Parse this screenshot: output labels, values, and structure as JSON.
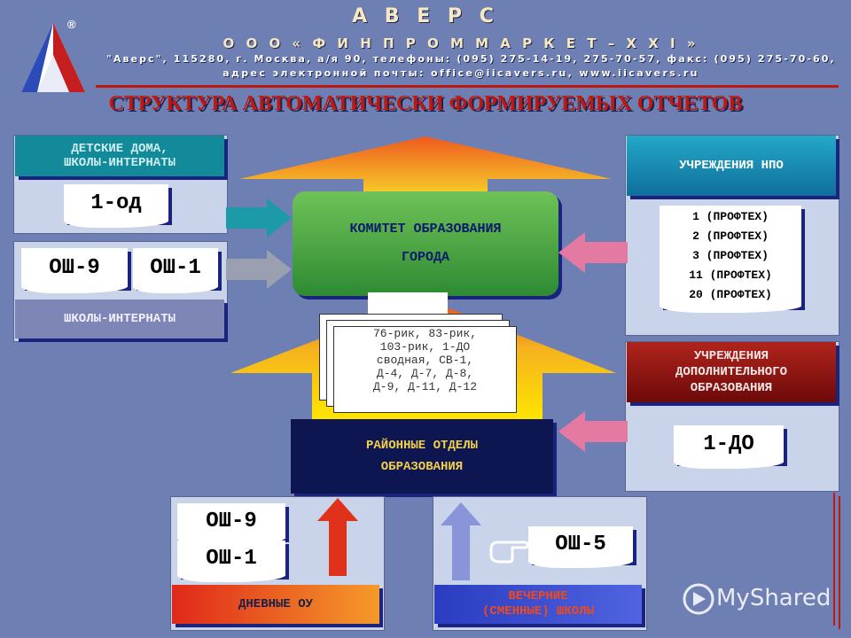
{
  "header": {
    "brand": "А В Е Р С",
    "company": "О О О « Ф И Н П Р О М М А Р К Е Т – X X I »",
    "address": "\"Аверс\", 115280, г. Москва, а/я 90, телефоны: (095) 275-14-19, 275-70-57, факс: (095) 275-70-60,",
    "email": "адрес электронной почты: office@iicavers.ru, www.iicavers.ru",
    "registered": "®"
  },
  "title": "СТРУКТУРА АВТОМАТИЧЕСКИ ФОРМИРУЕМЫХ ОТЧЕТОВ",
  "nodes": {
    "orphanages": "ДЕТСКИЕ ДОМА,\nШКОЛЫ-ИНТЕРНАТЫ",
    "orphanages_form": "1-од",
    "boarding_form_a": "ОШ-9",
    "boarding_form_b": "ОШ-1",
    "boarding_schools": "ШКОЛЫ-ИНТЕРНАТЫ",
    "committee": "КОМИТЕТ ОБРАЗОВАНИЯ\nГОРОДА",
    "npo": "УЧРЕЖДЕНИЯ НПО",
    "npo_forms": [
      "1 (ПРОФТЕХ)",
      "2 (ПРОФТЕХ)",
      "3 (ПРОФТЕХ)",
      "11 (ПРОФТЕХ)",
      "20 (ПРОФТЕХ)"
    ],
    "reports_stack": "76-рик, 83-рик,\n103-рик, 1-ДО\nсводная, СВ-1,\nД-4, Д-7, Д-8,\nД-9, Д-11, Д-12",
    "additional": "УЧРЕЖДЕНИЯ\nДОПОЛНИТЕЛЬНОГО\nОБРАЗОВАНИЯ",
    "additional_form": "1-ДО",
    "district": "РАЙОННЫЕ ОТДЕЛЫ\nОБРАЗОВАНИЯ",
    "day_form_a": "ОШ-9",
    "day_form_b": "ОШ-1",
    "day_schools": "ДНЕВНЫЕ ОУ",
    "evening_form": "ОШ-5",
    "evening_schools": "ВЕЧЕРНИЕ\n(СМЕННЫЕ) ШКОЛЫ"
  },
  "watermark": "MyShared",
  "colors": {
    "background": "#6e7fb4",
    "title": "#c0170f",
    "committee": "#3f9a3a",
    "teal": "#138a9a",
    "dark_red": "#8a0f0f",
    "navy": "#0d1650",
    "orange": "#f26a1b",
    "blue": "#3a4fcf"
  }
}
